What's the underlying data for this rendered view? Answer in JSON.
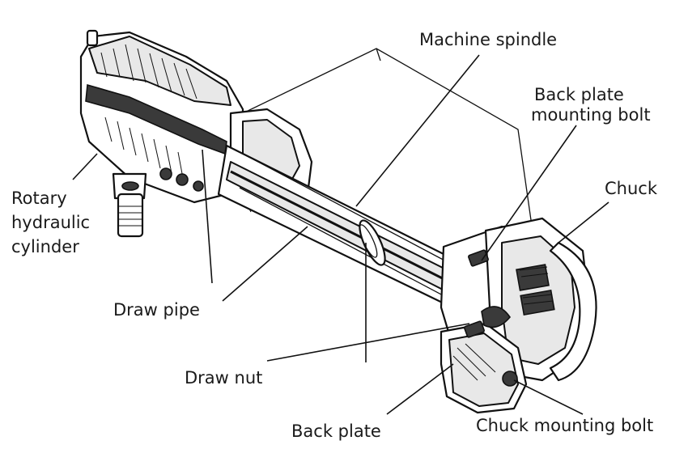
{
  "labels": {
    "machine_spindle": "Machine spindle",
    "back_plate_mounting_bolt_line1": "Back plate",
    "back_plate_mounting_bolt_line2": "mounting bolt",
    "chuck": "Chuck",
    "rotary_line1": "Rotary",
    "rotary_line2": "hydraulic",
    "rotary_line3": "cylinder",
    "draw_pipe": "Draw pipe",
    "draw_nut": "Draw nut",
    "back_plate": "Back plate",
    "chuck_mounting_bolt": "Chuck mounting bolt"
  }
}
